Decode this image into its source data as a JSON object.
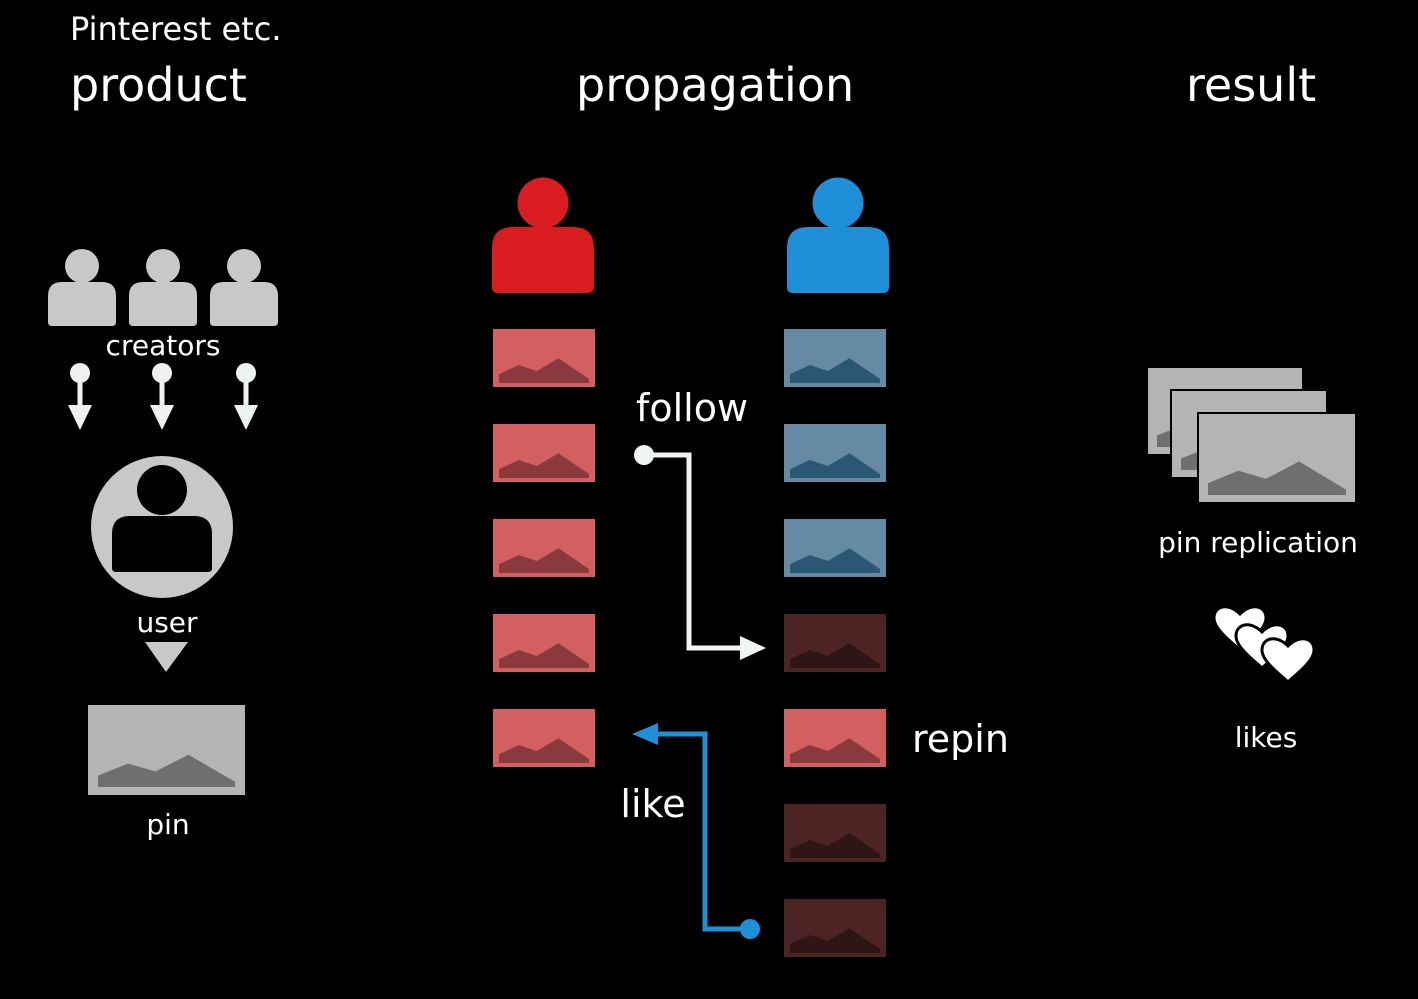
{
  "header": {
    "source_label": "Pinterest etc.",
    "sections": {
      "product": "product",
      "propagation": "propagation",
      "result": "result"
    }
  },
  "product": {
    "creators_label": "creators",
    "user_label": "user",
    "pin_label": "pin"
  },
  "propagation": {
    "follow_label": "follow",
    "repin_label": "repin",
    "like_label": "like",
    "left_user_pins": [
      "red",
      "red",
      "red",
      "red",
      "red"
    ],
    "right_user_pins": [
      "blue",
      "blue",
      "blue",
      "dark",
      "red",
      "dark",
      "dark"
    ]
  },
  "result": {
    "pin_replication_label": "pin replication",
    "likes_label": "likes"
  },
  "colors": {
    "background": "#000000",
    "red_user": "#d91c1f",
    "blue_user": "#1f8fd8",
    "red_pin": "#d36060",
    "blue_pin": "#6689a4",
    "dark_pin": "#4c2424",
    "gray_icon": "#c8c8c8",
    "like_arrow": "#1f8fd8",
    "follow_arrow": "#f0f4f2"
  }
}
